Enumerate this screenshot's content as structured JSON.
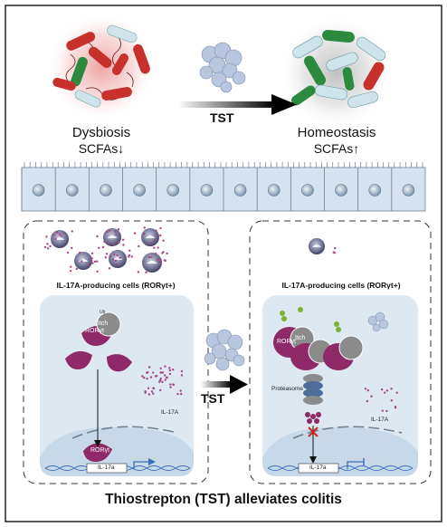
{
  "top": {
    "left_state": "Dysbiosis",
    "left_scfa": "SCFAs↓",
    "right_state": "Homeostasis",
    "right_scfa": "SCFAs↑",
    "treatment": "TST"
  },
  "left_panel": {
    "cells_caption": "IL-17A-producing cells (RORγt+)",
    "ror_label": "RORγt",
    "itch_label": "Itch",
    "il17a_label": "IL-17A",
    "gene_label": "IL-17a"
  },
  "right_panel": {
    "cells_caption": "IL-17A-producing cells (RORγt+)",
    "ror_label": "RORγt",
    "itch_label": "Itch",
    "proteasome_label": "Proteasome",
    "il17a_label": "IL-17A",
    "gene_label": "IL-17a"
  },
  "middle": {
    "treatment": "TST"
  },
  "footer": {
    "title": "Thiostrepton (TST) alleviates colitis"
  },
  "colors": {
    "ror": "#8e2a67",
    "itch": "#8b8b8b",
    "cytokine": "#a54a86",
    "cell_blue": "#dfe9f2",
    "epithelium": "#d4e3ef",
    "bacteria_red": "#c8302c",
    "bacteria_green": "#2b8a3e",
    "bacteria_pale": "#cfe4ea"
  }
}
